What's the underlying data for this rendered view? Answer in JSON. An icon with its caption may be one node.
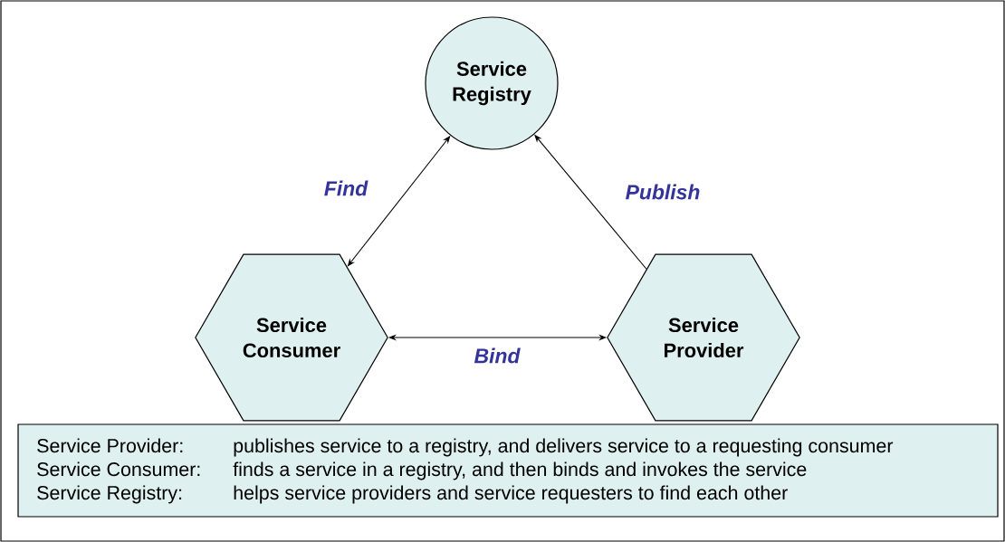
{
  "diagram": {
    "nodes": [
      {
        "text": [
          "Service Registry"
        ]
      },
      {
        "text": [
          "Service Consumer"
        ]
      },
      {
        "text": [
          "Service Provider"
        ]
      },
      {
        "text": [
          "Service Provider:",
          "publishes service to a registry, and delivers service to a requesting consumer",
          "Service Consumer:",
          "finds a service in a registry, and then binds and invokes the service",
          "Service Registry:",
          "helps service providers and service requesters to find each other"
        ]
      }
    ],
    "edges": [
      {
        "from": 0,
        "to": 1,
        "arrow": "both",
        "label": "Find"
      },
      {
        "from": 2,
        "to": 0,
        "arrow": "to",
        "label": "Publish"
      },
      {
        "from": 1,
        "to": 2,
        "arrow": "both",
        "label": "Bind"
      }
    ]
  }
}
